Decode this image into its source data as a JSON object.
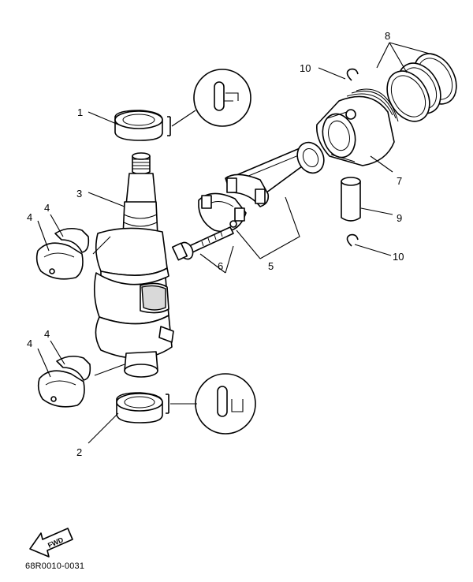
{
  "callouts": [
    {
      "id": "1",
      "label": "1"
    },
    {
      "id": "2",
      "label": "2"
    },
    {
      "id": "3",
      "label": "3"
    },
    {
      "id": "4",
      "label": "4"
    },
    {
      "id": "5",
      "label": "5"
    },
    {
      "id": "6",
      "label": "6"
    },
    {
      "id": "7",
      "label": "7"
    },
    {
      "id": "8",
      "label": "8"
    },
    {
      "id": "9",
      "label": "9"
    },
    {
      "id": "10",
      "label": "10"
    }
  ],
  "forward_arrow_label": "FWD",
  "diagram_code": "68R0010-0031"
}
